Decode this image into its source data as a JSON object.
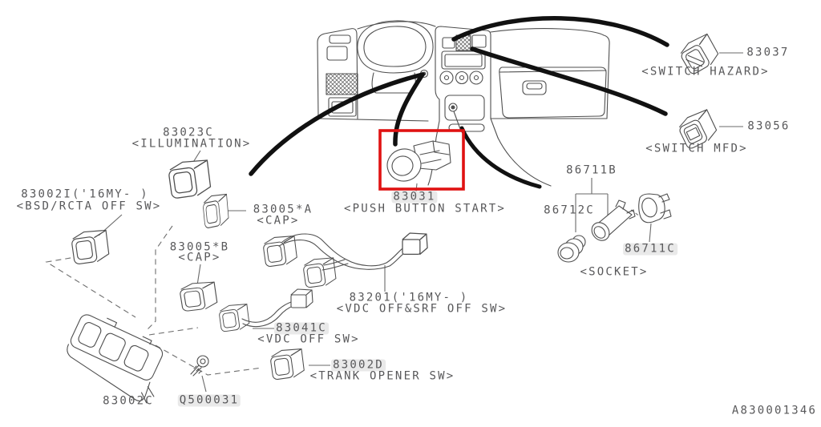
{
  "diagram": {
    "type": "vehicle-dashboard-switch-parts-diagram",
    "drawing_code": "A830001346"
  },
  "colors": {
    "background": "#ffffff",
    "line": "#4f4f4f",
    "text": "#58585a",
    "thick_pointer": "#111111",
    "selected_highlight_red": "#e01212",
    "label_highlight_bg": "#e9e9e9"
  },
  "labels": {
    "illumination": {
      "number": "83023C",
      "desc": "<ILLUMINATION>"
    },
    "bsd": {
      "number": "83002I('16MY- )",
      "desc": "<BSD/RCTA OFF SW>"
    },
    "cap_a": {
      "number": "83005*A",
      "desc": "<CAP>"
    },
    "cap_b": {
      "number": "83005*B",
      "desc": "<CAP>"
    },
    "push_button": {
      "number": "83031",
      "desc": "<PUSH BUTTON START>"
    },
    "hazard": {
      "number": "83037",
      "desc": "<SWITCH HAZARD>"
    },
    "mfd": {
      "number": "83056",
      "desc": "<SWITCH MFD>"
    },
    "socket_assembly": {
      "number": "86711B"
    },
    "socket_cap": {
      "number": "86712C"
    },
    "socket_ring": {
      "number": "86711C"
    },
    "socket_caption": {
      "desc": "<SOCKET>"
    },
    "vdc_srf": {
      "number": "83201('16MY- )",
      "desc": "<VDC OFF&SRF OFF SW>"
    },
    "vdc": {
      "number": "83041C",
      "desc": "<VDC OFF SW>"
    },
    "trunk": {
      "number": "83002D",
      "desc": "<TRANK OPENER SW>"
    },
    "panel": {
      "number": "83002C"
    },
    "screw": {
      "number": "Q500031"
    },
    "drawing_code": {
      "value": "A830001346"
    }
  }
}
